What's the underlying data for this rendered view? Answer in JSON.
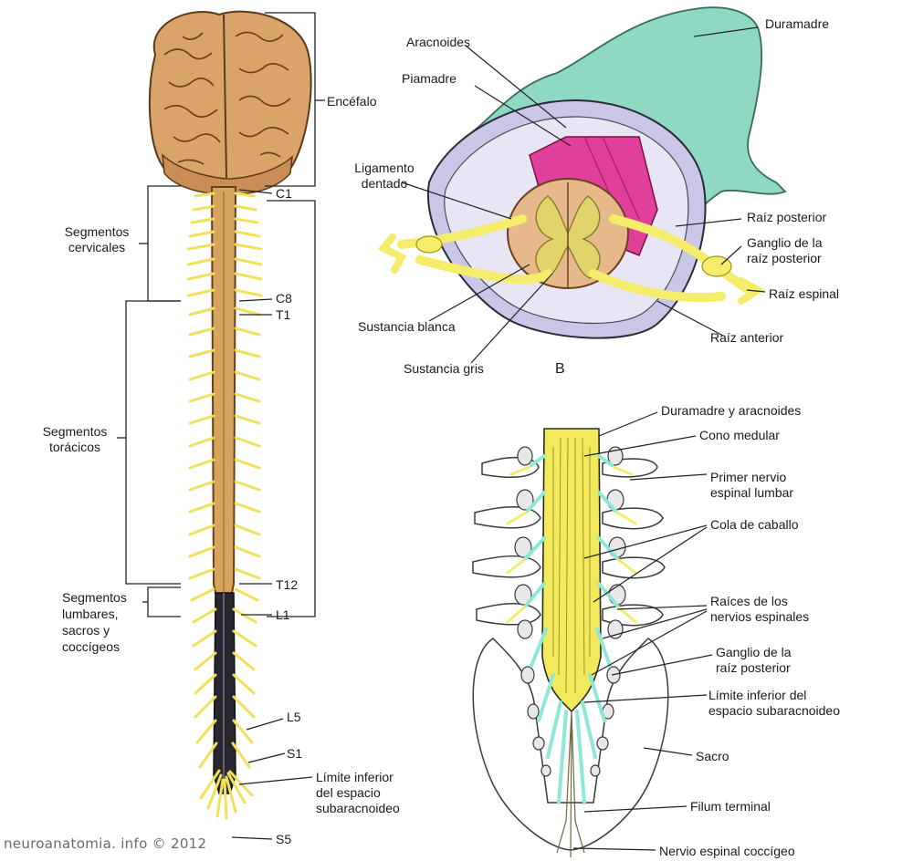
{
  "colors": {
    "brain": "#d9a36a",
    "cord": "#d7a45e",
    "nerve_yellow": "#f4ec6a",
    "dura_teal": "#8fd8c3",
    "pia_magenta": "#e0409a",
    "gray_matter": "#e0d36a",
    "white_matter": "#e6b88a",
    "arachnoid": "#c9c6e6",
    "dark_sac": "#2a2630",
    "cyan_roots": "#8ee8d8"
  },
  "panel_a": {
    "labels": {
      "encefalo": "Encéfalo",
      "c1": "C1",
      "cervicales": "Segmentos\ncervicales",
      "c8": "C8",
      "t1": "T1",
      "toracicos": "Segmentos\ntorácicos",
      "t12": "T12",
      "l1": "L1",
      "lumbares": "Segmentos\nlumbares,\nsacros y\ncoccígeos",
      "l5": "L5",
      "s1": "S1",
      "limite": "Límite inferior\ndel espacio\nsubaracnoideo",
      "s5": "S5"
    }
  },
  "panel_b": {
    "letter": "B",
    "labels": {
      "duramadre": "Duramadre",
      "aracnoides": "Aracnoides",
      "piamadre": "Piamadre",
      "ligamento": "Ligamento\ndentado",
      "raiz_posterior": "Raíz posterior",
      "ganglio": "Ganglio de la\nraíz posterior",
      "raiz_espinal": "Raíz espinal",
      "raiz_anterior": "Raíz anterior",
      "sustancia_blanca": "Sustancia blanca",
      "sustancia_gris": "Sustancia gris"
    }
  },
  "panel_c": {
    "labels": {
      "dura_aracnoides": "Duramadre y aracnoides",
      "cono": "Cono medular",
      "primer_nervio": "Primer nervio\nespinal lumbar",
      "cola": "Cola de caballo",
      "raices": "Raíces de los\nnervios espinales",
      "ganglio": "Ganglio de la\nraíz posterior",
      "limite": "Límite inferior del\nespacio subaracnoideo",
      "sacro": "Sacro",
      "filum": "Filum terminal",
      "coccigeo": "Nervio espinal coccígeo"
    }
  },
  "watermark": "neuroanatomia. info © 2012"
}
